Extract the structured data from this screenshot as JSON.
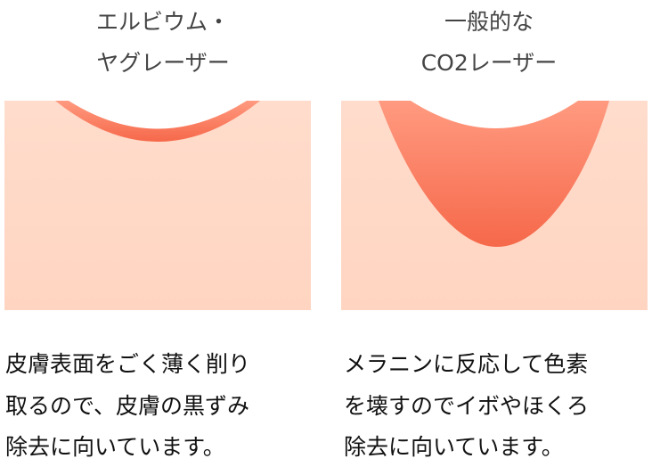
{
  "colors": {
    "skin_top": "#ffdccc",
    "skin_bottom": "#ffd5c1",
    "burn_light": "#ff9a80",
    "burn_dark": "#f6684a",
    "title_text": "#444444",
    "body_text": "#111111"
  },
  "panels": [
    {
      "title_lines": [
        "エルビウム・",
        "ヤグレーザー"
      ],
      "diagram": "shallow-ablation",
      "description_lines": [
        "皮膚表面をごく薄く削り",
        "取るので、皮膚の黒ずみ",
        "除去に向いています。"
      ]
    },
    {
      "title_lines": [
        "一般的な",
        "CO2レーザー"
      ],
      "diagram": "deep-ablation",
      "description_lines": [
        "メラニンに反応して色素",
        "を壊すのでイボやほくろ",
        "除去に向いています。"
      ]
    }
  ]
}
